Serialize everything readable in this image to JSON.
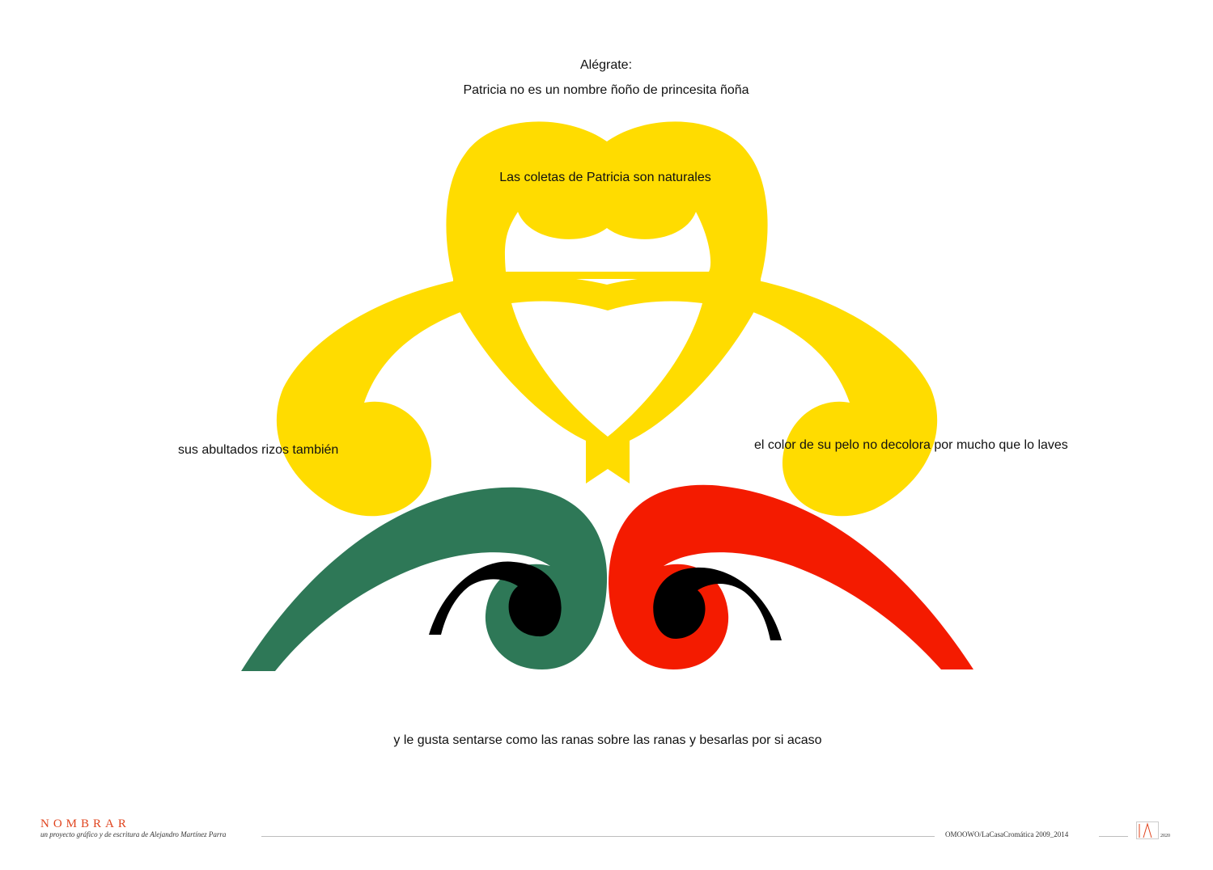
{
  "texts": {
    "title": "Alégrate:",
    "line1": "Patricia no es un nombre ñoño de princesita ñoña",
    "line2": "Las coletas de Patricia son naturales",
    "line3": "sus abultados rizos también",
    "line4": "el color de su pelo no decolora por mucho que lo laves",
    "line5": "y le gusta sentarse como las ranas sobre las ranas y besarlas por si acaso"
  },
  "footer": {
    "brand": "NOMBRAR",
    "subtitle": "un proyecto gráfico y de escritura de Alejandro Martínez Parra",
    "credit": "OMOOWO/LaCasaCromática 2009_2014",
    "year": "2020"
  },
  "colors": {
    "yellow": "#FFDC00",
    "green": "#2E7857",
    "red": "#F41B00",
    "black": "#000000",
    "brand": "#E0441E"
  }
}
